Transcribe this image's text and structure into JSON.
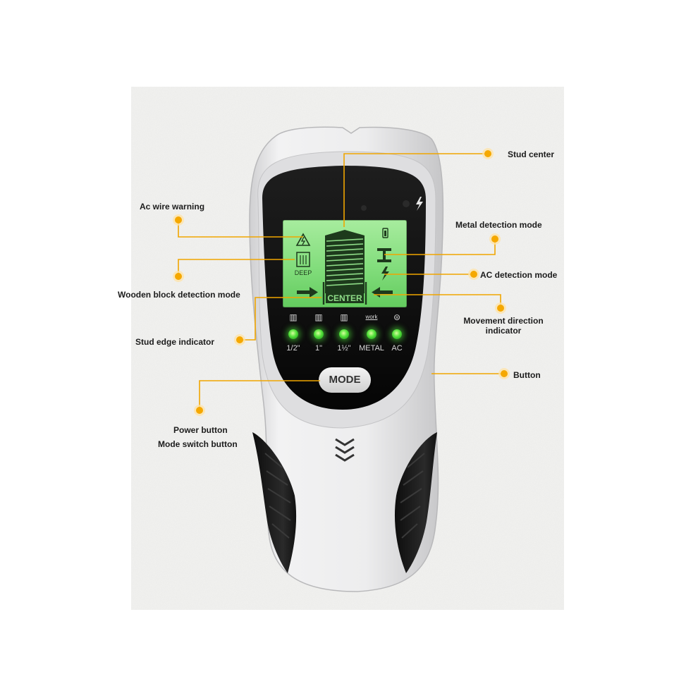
{
  "callouts": {
    "stud_center": "Stud center",
    "ac_wire_warning": "Ac wire warning",
    "metal_detection_mode": "Metal detection mode",
    "wooden_block_detection_mode": "Wooden block detection mode",
    "ac_detection_mode": "AC detection mode",
    "movement_direction_indicator_line1": "Movement direction",
    "movement_direction_indicator_line2": "indicator",
    "stud_edge_indicator": "Stud edge indicator",
    "button": "Button",
    "power_button": "Power button",
    "mode_switch_button": "Mode switch button"
  },
  "device": {
    "lcd": {
      "deep_label": "DEEP",
      "center_label": "CENTER"
    },
    "leds": [
      {
        "label": "1/2\"",
        "icon": "wood-block-icon"
      },
      {
        "label": "1\"",
        "icon": "wood-block-icon"
      },
      {
        "label": "1½\"",
        "icon": "wood-block-icon"
      },
      {
        "label": "METAL",
        "icon": "work-icon",
        "icon_text": "work"
      },
      {
        "label": "AC",
        "icon": "ac-wave-icon"
      }
    ],
    "mode_button_label": "MODE"
  },
  "colors": {
    "callout": "#f5a800",
    "lcd_green": "#7edc7a",
    "led_green": "#52e13a",
    "device_white": "#e9e9ea",
    "device_black": "#111111"
  }
}
